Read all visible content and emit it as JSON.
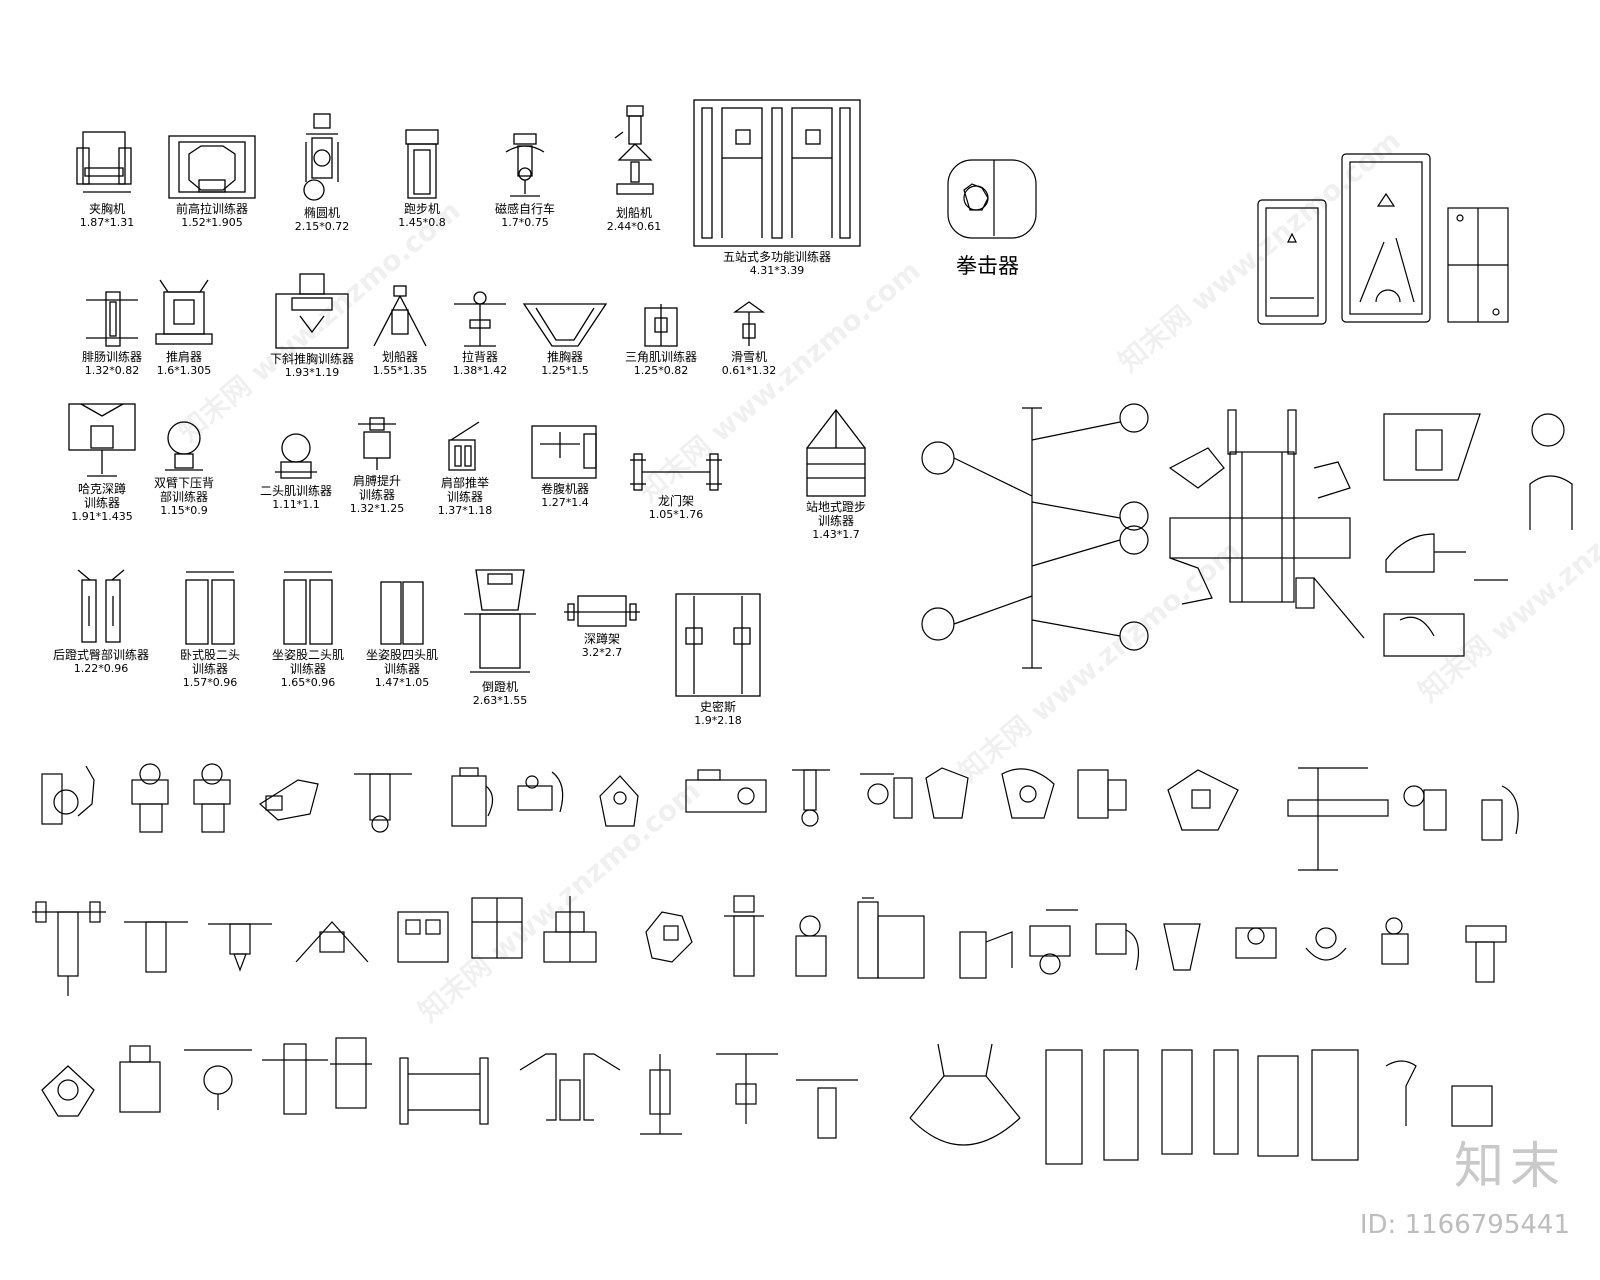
{
  "boxing_label": "拳击器",
  "brand": {
    "logo": "知末",
    "id": "ID: 1166795441"
  },
  "watermark": "知末网 www.znzmo.com",
  "row1": [
    {
      "name": "夹胸机",
      "dim": "1.87*1.31"
    },
    {
      "name": "前高拉训练器",
      "dim": "1.52*1.905"
    },
    {
      "name": "椭圆机",
      "dim": "2.15*0.72"
    },
    {
      "name": "跑步机",
      "dim": "1.45*0.8"
    },
    {
      "name": "磁感自行车",
      "dim": "1.7*0.75"
    },
    {
      "name": "划船机",
      "dim": "2.44*0.61"
    },
    {
      "name": "五站式多功能训练器",
      "dim": "4.31*3.39"
    }
  ],
  "row2": [
    {
      "name": "腓肠训练器",
      "dim": "1.32*0.82"
    },
    {
      "name": "推肩器",
      "dim": "1.6*1.305"
    },
    {
      "name": "下斜推胸训练器",
      "dim": "1.93*1.19"
    },
    {
      "name": "划船器",
      "dim": "1.55*1.35"
    },
    {
      "name": "拉背器",
      "dim": "1.38*1.42"
    },
    {
      "name": "推胸器",
      "dim": "1.25*1.5"
    },
    {
      "name": "三角肌训练器",
      "dim": "1.25*0.82"
    },
    {
      "name": "滑雪机",
      "dim": "0.61*1.32"
    }
  ],
  "row3": [
    {
      "name": "哈克深蹲\n训练器",
      "dim": "1.91*1.435"
    },
    {
      "name": "双臂下压背\n部训练器",
      "dim": "1.15*0.9"
    },
    {
      "name": "二头肌训练器",
      "dim": "1.11*1.1"
    },
    {
      "name": "肩膊提升\n训练器",
      "dim": "1.32*1.25"
    },
    {
      "name": "肩部推举\n训练器",
      "dim": "1.37*1.18"
    },
    {
      "name": "卷腹机器",
      "dim": "1.27*1.4"
    },
    {
      "name": "龙门架",
      "dim": "1.05*1.76"
    },
    {
      "name": "站地式蹬步\n训练器",
      "dim": "1.43*1.7"
    }
  ],
  "row4": [
    {
      "name": "后蹬式臀部训练器",
      "dim": "1.22*0.96"
    },
    {
      "name": "卧式股二头\n训练器",
      "dim": "1.57*0.96"
    },
    {
      "name": "坐姿股二头肌\n训练器",
      "dim": "1.65*0.96"
    },
    {
      "name": "坐姿股四头肌\n训练器",
      "dim": "1.47*1.05"
    },
    {
      "name": "倒蹬机",
      "dim": "2.63*1.55"
    },
    {
      "name": "深蹲架",
      "dim": "3.2*2.7"
    },
    {
      "name": "史密斯",
      "dim": "1.9*2.18"
    }
  ]
}
